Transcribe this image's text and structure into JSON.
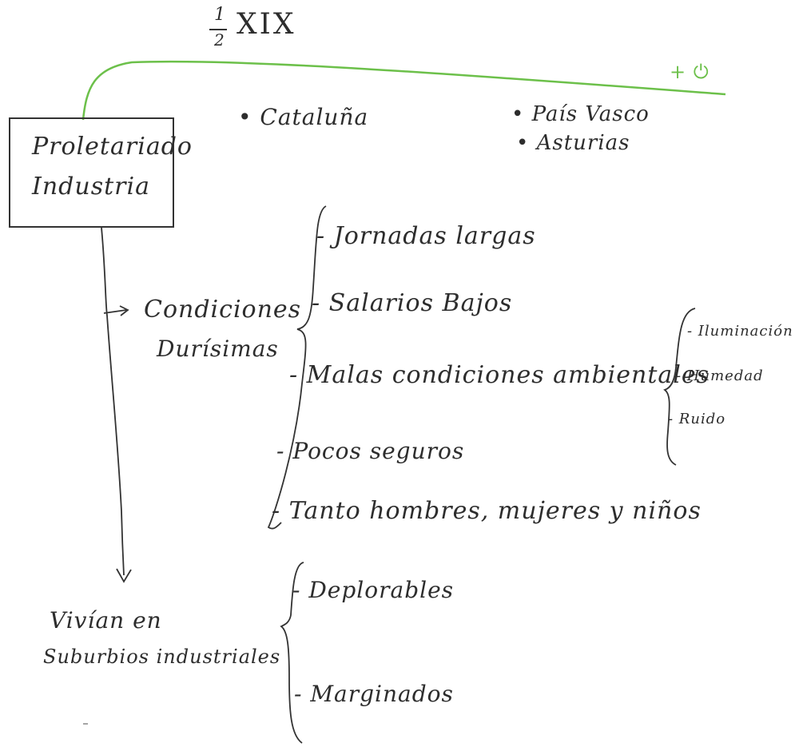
{
  "title": "1/2 XIX",
  "title_frac_num": "1",
  "title_frac_den": "2",
  "title_roman": "XIX",
  "timeline_mark": "+ ⏻",
  "main_box": {
    "line1": "Proletariado",
    "line2": "Industria"
  },
  "regions": [
    "• Cataluña",
    "• País Vasco",
    "• Asturias"
  ],
  "conditions": {
    "label_line1": "Condiciones",
    "label_line2": "Durísimas",
    "items": [
      "- Jornadas largas",
      "- Salarios Bajos",
      "- Malas condiciones ambientales",
      "- Pocos seguros",
      "- Tanto hombres, mujeres y niños"
    ],
    "ambient": [
      "- Iluminación",
      "- Humedad",
      "- Ruido"
    ]
  },
  "living": {
    "label_line1": "Vivían en",
    "label_line2": "Suburbios industriales",
    "items": [
      "- Deplorables",
      "- Marginados"
    ]
  },
  "colors": {
    "ink": "#2d2d2d",
    "green": "#6cc04a"
  }
}
